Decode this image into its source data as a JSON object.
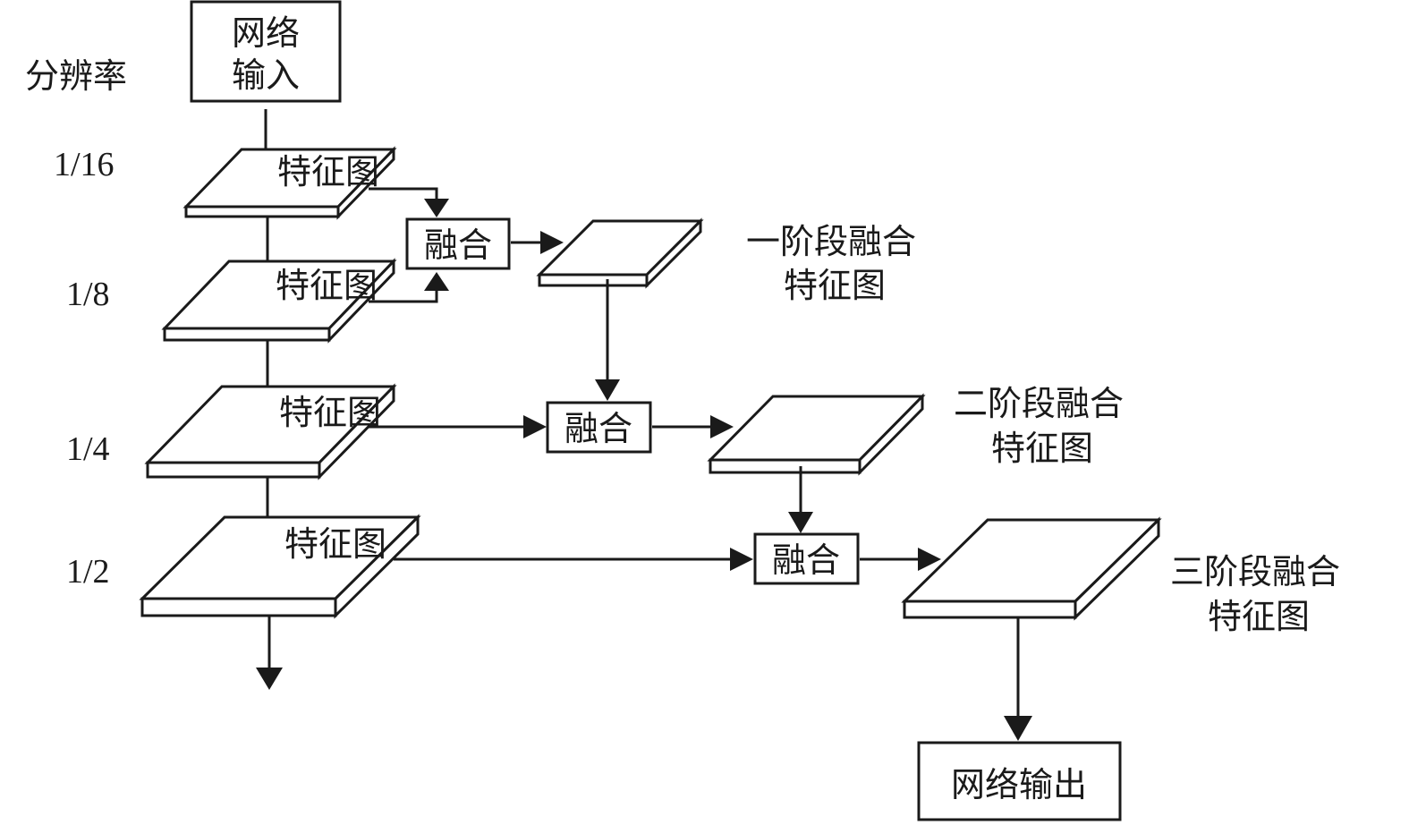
{
  "header": {
    "resolution_label": "分辨率"
  },
  "resolutions": [
    "1/16",
    "1/8",
    "1/4",
    "1/2"
  ],
  "input_box": {
    "line1": "网络",
    "line2": "输入"
  },
  "feature_map_label": "特征图",
  "fuse_label": "融合",
  "stages": [
    {
      "line1": "一阶段融合",
      "line2": "特征图"
    },
    {
      "line1": "二阶段融合",
      "line2": "特征图"
    },
    {
      "line1": "三阶段融合",
      "line2": "特征图"
    }
  ],
  "output_box": {
    "label": "网络输出"
  }
}
